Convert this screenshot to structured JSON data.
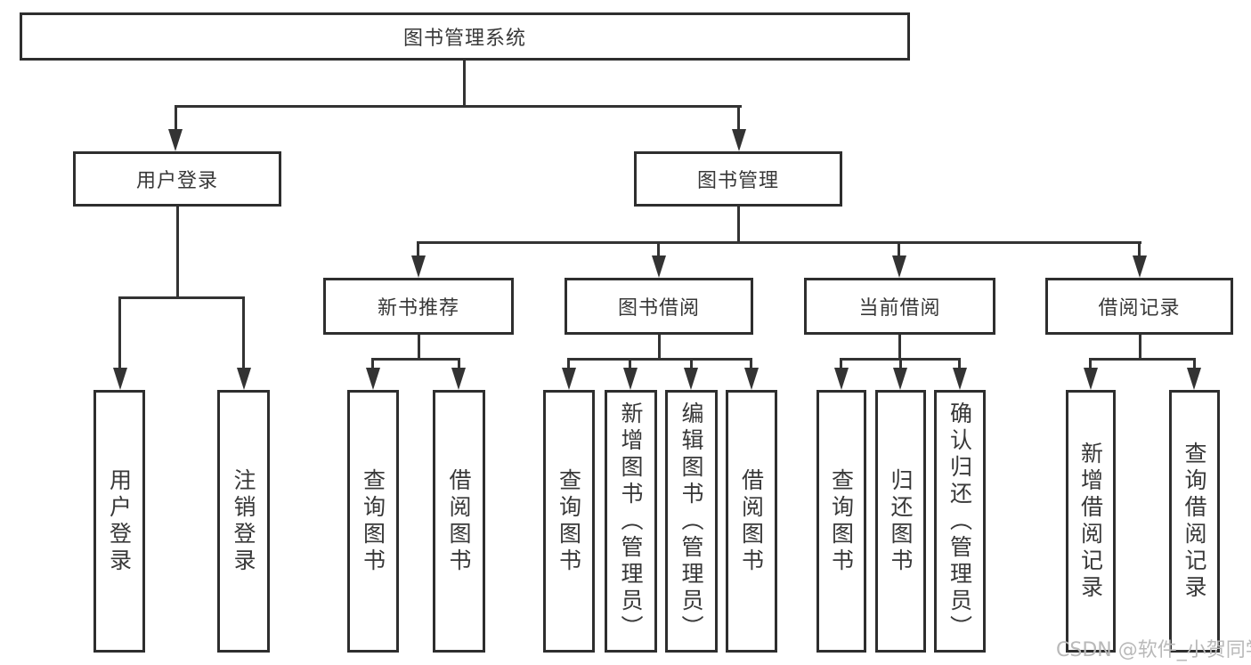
{
  "diagram": {
    "type": "tree",
    "root": {
      "label": "图书管理系统"
    },
    "branches": [
      {
        "label": "用户登录",
        "children": [
          {
            "label": "用户登录"
          },
          {
            "label": "注销登录"
          }
        ]
      },
      {
        "label": "图书管理",
        "children": [
          {
            "label": "新书推荐",
            "children": [
              {
                "label": "查询图书"
              },
              {
                "label": "借阅图书"
              }
            ]
          },
          {
            "label": "图书借阅",
            "children": [
              {
                "label": "查询图书"
              },
              {
                "label": "新增图书（管理员）"
              },
              {
                "label": "编辑图书（管理员）"
              },
              {
                "label": "借阅图书"
              }
            ]
          },
          {
            "label": "当前借阅",
            "children": [
              {
                "label": "查询图书"
              },
              {
                "label": "归还图书"
              },
              {
                "label": "确认归还（管理员）"
              }
            ]
          },
          {
            "label": "借阅记录",
            "children": [
              {
                "label": "新增借阅记录"
              },
              {
                "label": "查询借阅记录"
              }
            ]
          }
        ]
      }
    ]
  },
  "watermark": {
    "text": "CSDN @软件_小贺同学"
  },
  "colors": {
    "line": "#333333",
    "box_border": "#2e2e2e",
    "text": "#383838",
    "watermark": "#b9b9b9",
    "background": "#ffffff"
  }
}
